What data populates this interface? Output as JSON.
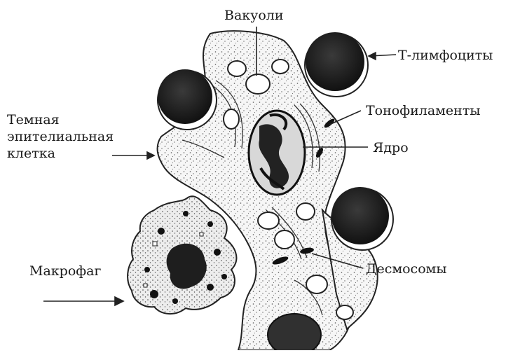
{
  "labels": {
    "vacuoles": "Вакуоли",
    "t_lymphocytes": "Т-лимфоциты",
    "dark_epithelial_cell": [
      "Темная",
      "эпителиальная",
      "клетка"
    ],
    "tonofilaments": "Тонофиламенты",
    "nucleus": "Ядро",
    "macrophage": "Макрофаг",
    "desmosomes": "Десмосомы"
  }
}
